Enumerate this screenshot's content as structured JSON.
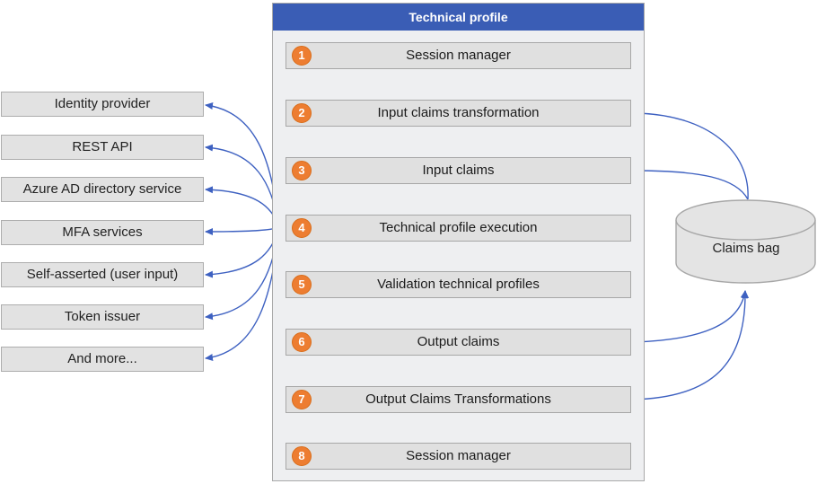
{
  "panel": {
    "title": "Technical profile"
  },
  "steps": [
    {
      "num": "1",
      "label": "Session manager"
    },
    {
      "num": "2",
      "label": "Input claims transformation"
    },
    {
      "num": "3",
      "label": "Input claims"
    },
    {
      "num": "4",
      "label": "Technical profile execution"
    },
    {
      "num": "5",
      "label": "Validation technical profiles"
    },
    {
      "num": "6",
      "label": "Output claims"
    },
    {
      "num": "7",
      "label": "Output Claims Transformations"
    },
    {
      "num": "8",
      "label": "Session manager"
    }
  ],
  "providers": [
    "Identity provider",
    "REST API",
    "Azure AD directory service",
    "MFA services",
    "Self-asserted (user input)",
    "Token issuer",
    "And more..."
  ],
  "claims_bag": {
    "label": "Claims bag"
  },
  "colors": {
    "header_blue": "#3a5db5",
    "arrow_blue": "#3e61c1",
    "badge_orange": "#ed7d31",
    "box_gray": "#e0e0e0",
    "panel_gray": "#eeeff1"
  }
}
